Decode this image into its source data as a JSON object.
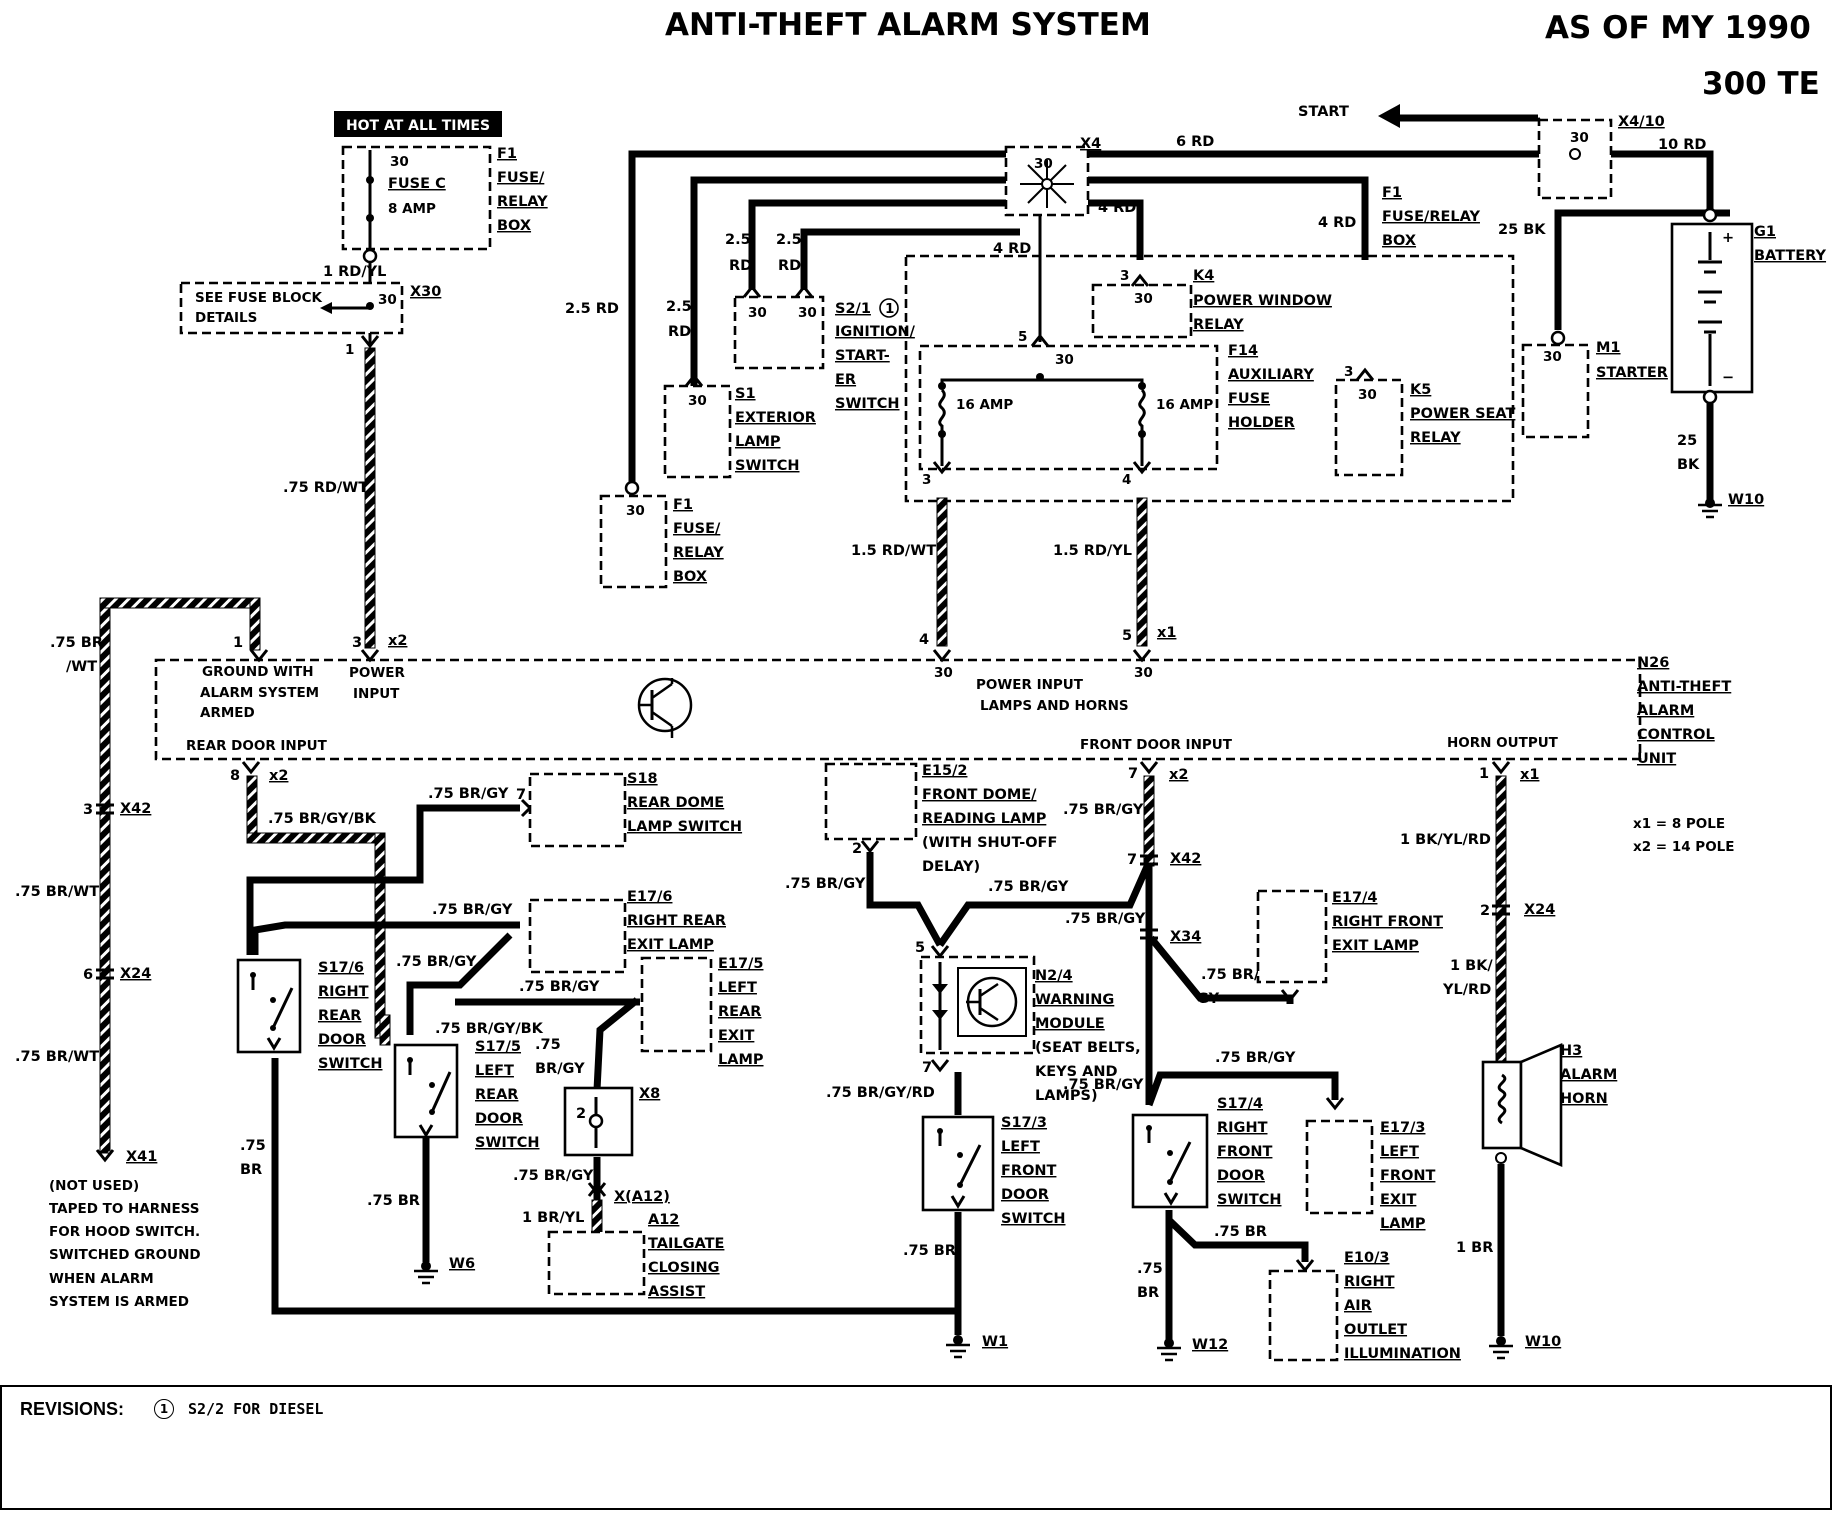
{
  "header": {
    "title": "ANTI-THEFT ALARM SYSTEM",
    "date_label": "AS OF MY 1990",
    "model": "300 TE"
  },
  "top_labels": {
    "hot_at_all_times": "HOT AT ALL TIMES",
    "start": "START",
    "x4": "X4",
    "x4_10": "X4/10",
    "wire_6rd": "6 RD",
    "wire_10rd": "10 RD",
    "wire_4rd_a": "4 RD",
    "wire_4rd_b": "4 RD",
    "wire_4rd_c": "4 RD",
    "wire_25bk_top": "25 BK",
    "wire_25_bottom": "25",
    "wire_bk_bottom": "BK",
    "wire_25rd": "2.5 RD",
    "wire_25_a": "2.5",
    "wire_rd_a": "RD",
    "wire_25_b": "2.5",
    "wire_rd_b": "RD",
    "wire_25_c": "2.5",
    "wire_rd_c": "RD",
    "wire_1rdyl": "1 RD/YL",
    "wire_75rdwt": ".75 RD/WT",
    "wire_15rdwt": "1.5 RD/WT",
    "wire_15rdyl": "1.5 RD/YL",
    "w10_top": "W10"
  },
  "components": {
    "f1_top": {
      "id": "F1",
      "l1": "FUSE/",
      "l2": "RELAY",
      "l3": "BOX",
      "pin": "30",
      "fuse": "FUSE C",
      "amp": "8 AMP"
    },
    "x30": {
      "id": "X30",
      "note1": "SEE FUSE BLOCK",
      "note2": "DETAILS",
      "pin": "30",
      "pin1": "1"
    },
    "f1_mid": {
      "id": "F1",
      "l1": "FUSE/",
      "l2": "RELAY",
      "l3": "BOX",
      "pin": "30"
    },
    "f1_right": {
      "id": "F1",
      "l1": "FUSE/RELAY",
      "l2": "BOX"
    },
    "s1": {
      "id": "S1",
      "l1": "EXTERIOR",
      "l2": "LAMP",
      "l3": "SWITCH",
      "pin": "30"
    },
    "s2_1": {
      "id": "S2/1",
      "mark": "1",
      "l1": "IGNITION/",
      "l2": "START-",
      "l3": "ER",
      "l4": "SWITCH",
      "pin_a": "30",
      "pin_b": "30"
    },
    "k4": {
      "id": "K4",
      "l1": "POWER WINDOW",
      "l2": "RELAY",
      "pin": "30",
      "num": "3"
    },
    "f14": {
      "id": "F14",
      "l1": "AUXILIARY",
      "l2": "FUSE",
      "l3": "HOLDER",
      "pin": "30",
      "num5": "5",
      "amp_l": "16 AMP",
      "amp_r": "16 AMP",
      "num3": "3",
      "num4": "4"
    },
    "k5": {
      "id": "K5",
      "l1": "POWER SEAT",
      "l2": "RELAY",
      "pin": "30",
      "num": "3"
    },
    "m1": {
      "id": "M1",
      "l1": "STARTER",
      "pin": "30"
    },
    "g1": {
      "id": "G1",
      "l1": "BATTERY"
    },
    "x4_pin": "30",
    "x4_10_pin": "30"
  },
  "n26": {
    "id": "N26",
    "l1": "ANTI-THEFT",
    "l2": "ALARM",
    "l3": "CONTROL",
    "l4": "UNIT",
    "ground_1": "GROUND WITH",
    "ground_2": "ALARM SYSTEM",
    "ground_3": "ARMED",
    "power_1": "POWER",
    "power_2": "INPUT",
    "lamps_1": "POWER INPUT",
    "lamps_2": "LAMPS AND HORNS",
    "rear_door": "REAR DOOR INPUT",
    "front_door": "FRONT DOOR INPUT",
    "horn_out": "HORN OUTPUT",
    "pin1": "1",
    "pin3": "3",
    "x2_top": "x2",
    "pin4": "4",
    "pin5": "5",
    "x1_top": "x1",
    "p30a": "30",
    "p30b": "30",
    "pin8": "8",
    "x2_rear": "x2",
    "pin7": "7",
    "x2_front": "x2",
    "pin1_horn": "1",
    "x1_horn": "x1",
    "legend1": "x1 = 8 POLE",
    "legend2": "x2 = 14 POLE"
  },
  "left": {
    "wire_75brwt_a": ".75 BR",
    "wire_75brwt_b": "/WT",
    "x42": "X42",
    "x42_pin": "3",
    "wire_75brwt_c": ".75 BR/WT",
    "x24": "X24",
    "x24_pin": "6",
    "wire_75brwt_d": ".75 BR/WT",
    "x41": "X41",
    "note": [
      "(NOT USED)",
      "TAPED TO HARNESS",
      "FOR HOOD SWITCH.",
      "SWITCHED GROUND",
      "WHEN ALARM",
      "SYSTEM IS ARMED"
    ]
  },
  "rear": {
    "s18": {
      "id": "S18",
      "l1": "REAR DOME",
      "l2": "LAMP SWITCH",
      "wire": ".75 BR/GY",
      "pin": "7"
    },
    "wire_brgybk": ".75 BR/GY/BK",
    "e17_6": {
      "id": "E17/6",
      "l1": "RIGHT REAR",
      "l2": "EXIT LAMP",
      "wire": ".75 BR/GY"
    },
    "e17_5": {
      "id": "E17/5",
      "l1": "LEFT",
      "l2": "REAR",
      "l3": "EXIT",
      "l4": "LAMP"
    },
    "wire_75brgy_a": ".75 BR/GY",
    "wire_75brgy_b": ".75 BR/GY",
    "wire_75brgybk_b": ".75 BR/GY/BK",
    "s17_6": {
      "id": "S17/6",
      "l1": "RIGHT",
      "l2": "REAR",
      "l3": "DOOR",
      "l4": "SWITCH"
    },
    "s17_5": {
      "id": "S17/5",
      "l1": "LEFT",
      "l2": "REAR",
      "l3": "DOOR",
      "l4": "SWITCH"
    },
    "x8": {
      "id": "X8",
      "pin": "2",
      "wire_a": ".75",
      "wire_b": "BR/GY"
    },
    "wire_75brgy_c": ".75 BR/GY",
    "xa12": "X(A12)",
    "wire_1bryl": "1 BR/YL",
    "a12": {
      "id": "A12",
      "l1": "TAILGATE",
      "l2": "CLOSING",
      "l3": "ASSIST"
    },
    "wire_75br_a": ".75",
    "wire_75br_b": "BR",
    "wire_75br_c": ".75 BR",
    "w6": "W6"
  },
  "front": {
    "e15_2": {
      "id": "E15/2",
      "l1": "FRONT DOME/",
      "l2": "READING LAMP",
      "l3": "(WITH SHUT-OFF",
      "l4": "DELAY)",
      "pin": "2"
    },
    "wire_75brgy_a": ".75 BR/GY",
    "wire_75brgy_b": ".75 BR/GY",
    "wire_75brgy_c": ".75 BR/GY",
    "x42": "X42",
    "x42_pin": "7",
    "wire_75brgy_d": ".75 BR/GY",
    "x34": "X34",
    "n2_4": {
      "id": "N2/4",
      "l1": "WARNING",
      "l2": "MODULE",
      "l3": "(SEAT BELTS,",
      "l4": "KEYS AND",
      "l5": "LAMPS)",
      "pin5": "5",
      "pin7": "7"
    },
    "wire_75brgyrd": ".75 BR/GY/RD",
    "s17_3": {
      "id": "S17/3",
      "l1": "LEFT",
      "l2": "FRONT",
      "l3": "DOOR",
      "l4": "SWITCH"
    },
    "wire_75br": ".75 BR",
    "w1": "W1",
    "e17_4": {
      "id": "E17/4",
      "l1": "RIGHT FRONT",
      "l2": "EXIT LAMP",
      "wire_a": ".75 BR/",
      "wire_b": "GY"
    },
    "wire_75brgy_e": ".75 BR/GY",
    "wire_75brgy_f": ".75 BR/GY",
    "s17_4": {
      "id": "S17/4",
      "l1": "RIGHT",
      "l2": "FRONT",
      "l3": "DOOR",
      "l4": "SWITCH"
    },
    "e17_3": {
      "id": "E17/3",
      "l1": "LEFT",
      "l2": "FRONT",
      "l3": "EXIT",
      "l4": "LAMP"
    },
    "wire_75br_b": ".75 BR",
    "wire_75_c": ".75",
    "wire_br_c": "BR",
    "e10_3": {
      "id": "E10/3",
      "l1": "RIGHT",
      "l2": "AIR",
      "l3": "OUTLET",
      "l4": "ILLUMINATION"
    },
    "w12": "W12"
  },
  "horn": {
    "wire_1bkylrd": "1 BK/YL/RD",
    "x24": "X24",
    "x24_pin": "2",
    "wire_1bk": "1 BK/",
    "wire_ylrd": "YL/RD",
    "h3": {
      "id": "H3",
      "l1": "ALARM",
      "l2": "HORN"
    },
    "wire_1br": "1 BR",
    "w10": "W10"
  },
  "revisions": {
    "title": "REVISIONS:",
    "mark": "1",
    "text": "S2/2 FOR DIESEL"
  }
}
